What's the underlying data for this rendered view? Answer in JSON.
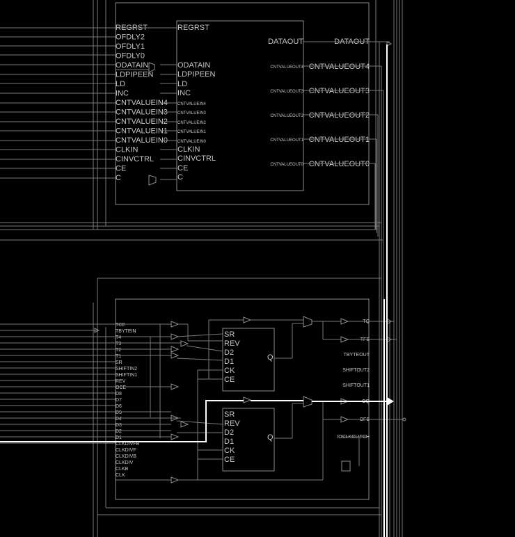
{
  "colors": {
    "background": "#000000",
    "wire": "#7a7a7a",
    "box": "#8c8c8c",
    "text": "#c8c8c8",
    "highlight": "#ffffff"
  },
  "odelay": {
    "block_inputs": [
      "REGRST",
      "OFDLY2",
      "OFDLY1",
      "OFDLY0",
      "ODATAIN",
      "LDPIPEEN",
      "LD",
      "INC",
      "CNTVALUEIN4",
      "CNTVALUEIN3",
      "CNTVALUEIN2",
      "CNTVALUEIN1",
      "CNTVALUEIN0",
      "CLKIN",
      "CINVCTRL",
      "CE",
      "C"
    ],
    "cell_inputs": [
      "REGRST",
      "ODATAIN",
      "LDPIPEEN",
      "LD",
      "INC",
      "CNTVALUEIN4",
      "CNTVALUEIN3",
      "CNTVALUEIN2",
      "CNTVALUEIN1",
      "CNTVALUEIN0",
      "CLKIN",
      "CINVCTRL",
      "CE",
      "C"
    ],
    "cell_outputs": [
      "DATAOUT",
      "CNTVALUEOUT4",
      "CNTVALUEOUT3",
      "CNTVALUEOUT2",
      "CNTVALUEOUT1",
      "CNTVALUEOUT0"
    ],
    "block_outputs": [
      "DATAOUT",
      "CNTVALUEOUT4",
      "CNTVALUEOUT3",
      "CNTVALUEOUT2",
      "CNTVALUEOUT1",
      "CNTVALUEOUT0"
    ]
  },
  "ologic": {
    "inputs": [
      "TCE",
      "TBYTEIN",
      "T4",
      "T3",
      "T2",
      "T1",
      "SR",
      "SHIFTIN2",
      "SHIFTIN1",
      "REV",
      "OCE",
      "D8",
      "D7",
      "D6",
      "D5",
      "D4",
      "D3",
      "D2",
      "D1",
      "CLKDIVFB",
      "CLKDIVF",
      "CLKDIVB",
      "CLKDIV",
      "CLKB",
      "CLK"
    ],
    "outputs": [
      "TQ",
      "TFB",
      "TBYTEOUT",
      "SHIFTOUT2",
      "SHIFTOUT1",
      "OQ",
      "OFB",
      "IOCLKGLITCH"
    ],
    "ff_top_pins": [
      "SR",
      "REV",
      "D2",
      "D1",
      "CK",
      "CE"
    ],
    "ff_bottom_pins": [
      "SR",
      "REV",
      "D2",
      "D1",
      "CK",
      "CE"
    ],
    "ff_output": "Q"
  }
}
